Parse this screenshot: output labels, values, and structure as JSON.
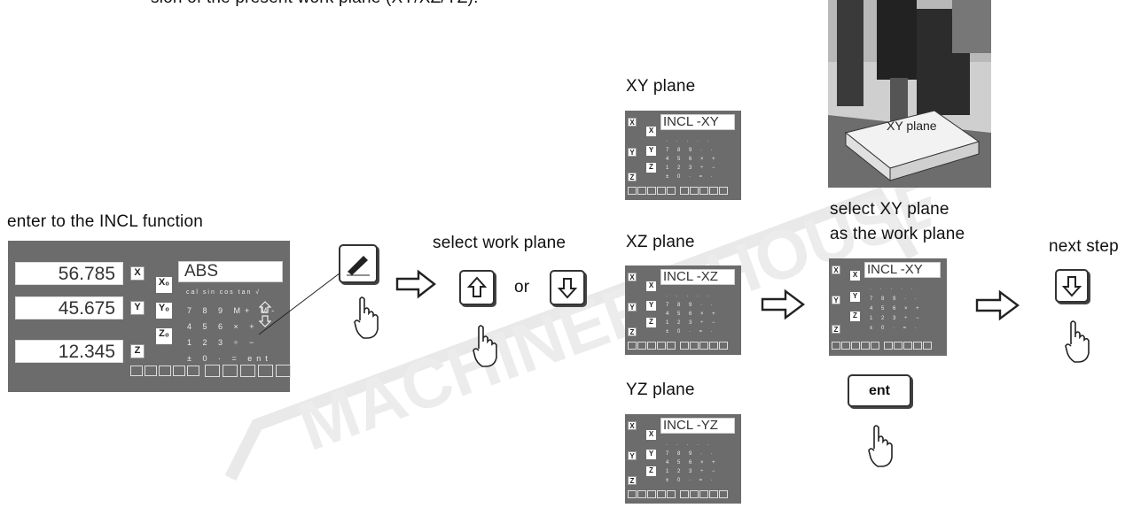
{
  "texts": {
    "top_line": "sion of the present work plane (XY/XZ/YZ).",
    "enter_incl": "enter to the INCL function",
    "select_work_plane": "select work plane",
    "or": "or",
    "xy_plane": "XY plane",
    "xz_plane": "XZ plane",
    "yz_plane": "YZ plane",
    "select_xy_line1": "select XY plane",
    "select_xy_line2": "as the work plane",
    "next_step": "next step",
    "photo_label": "XY plane",
    "watermark": "MACHINERY HOUSE"
  },
  "dro": {
    "x_value": "56.785",
    "y_value": "45.675",
    "z_value": "12.345",
    "x_axis": "X",
    "y_axis": "Y",
    "z_axis": "Z",
    "x0": "X₀",
    "y0": "Y₀",
    "z0": "Z₀",
    "display": "ABS",
    "keypad_row1": "cal sin cos tan √",
    "keypad_row2": "7 8 9 M+ M-",
    "keypad_row3": "4 5 6 × +",
    "keypad_row4": "1 2 3 ÷ −",
    "keypad_row5": "± 0 · = ent"
  },
  "mini_displays": {
    "xy": "INCL -XY",
    "xz": "INCL -XZ",
    "yz": "INCL -YZ",
    "sel": "INCL -XY"
  },
  "keys": {
    "ent": "ent"
  },
  "icons": [
    "pen-key-icon",
    "up-arrow-key-icon",
    "down-arrow-key-icon",
    "pointing-hand-icon",
    "right-arrow-icon"
  ]
}
